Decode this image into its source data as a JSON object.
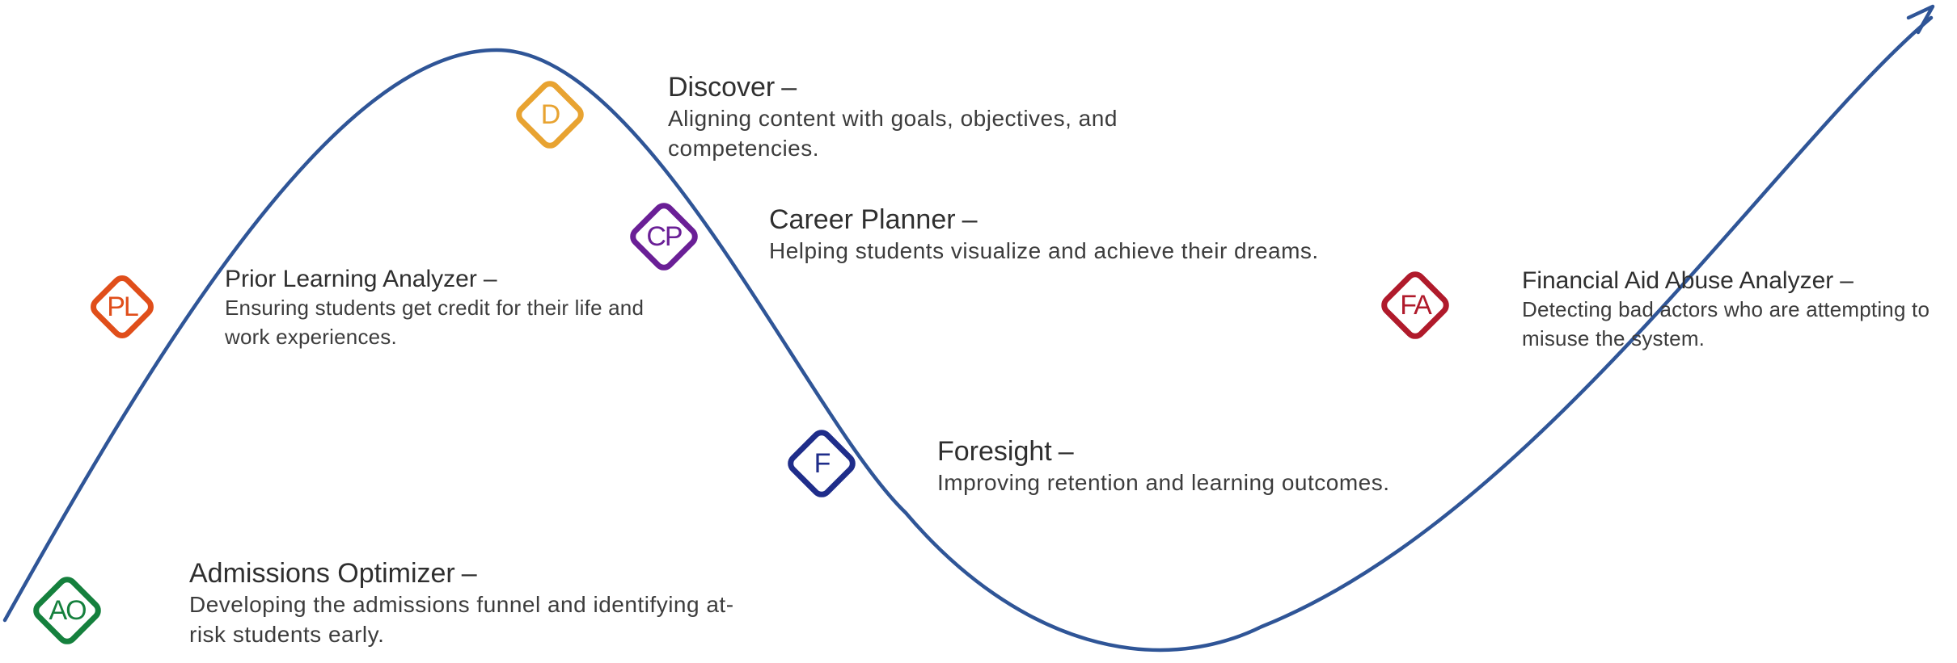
{
  "colors": {
    "curve": "#2f5597",
    "ao": "#15803d",
    "pl": "#e04e1a",
    "d": "#e8a331",
    "cp": "#6a1f96",
    "f": "#1f2d8a",
    "fa": "#b01a2b"
  },
  "milestones": {
    "ao": {
      "abbr": "AO",
      "title": "Admissions Optimizer",
      "dash": "–",
      "desc": "Developing the admissions funnel and identifying at-risk students early."
    },
    "pl": {
      "abbr": "PL",
      "title": "Prior Learning Analyzer",
      "dash": "–",
      "desc": "Ensuring students get credit for their life and work experiences."
    },
    "d": {
      "abbr": "D",
      "title": "Discover",
      "dash": "–",
      "desc": "Aligning content with goals, objectives, and competencies."
    },
    "cp": {
      "abbr": "CP",
      "title": "Career Planner",
      "dash": "–",
      "desc": "Helping students visualize and achieve their dreams."
    },
    "f": {
      "abbr": "F",
      "title": "Foresight",
      "dash": "–",
      "desc": "Improving retention and learning outcomes."
    },
    "fa": {
      "abbr": "FA",
      "title": "Financial Aid Abuse Analyzer",
      "dash": "–",
      "desc": "Detecting bad actors who are attempting to misuse the system."
    }
  }
}
